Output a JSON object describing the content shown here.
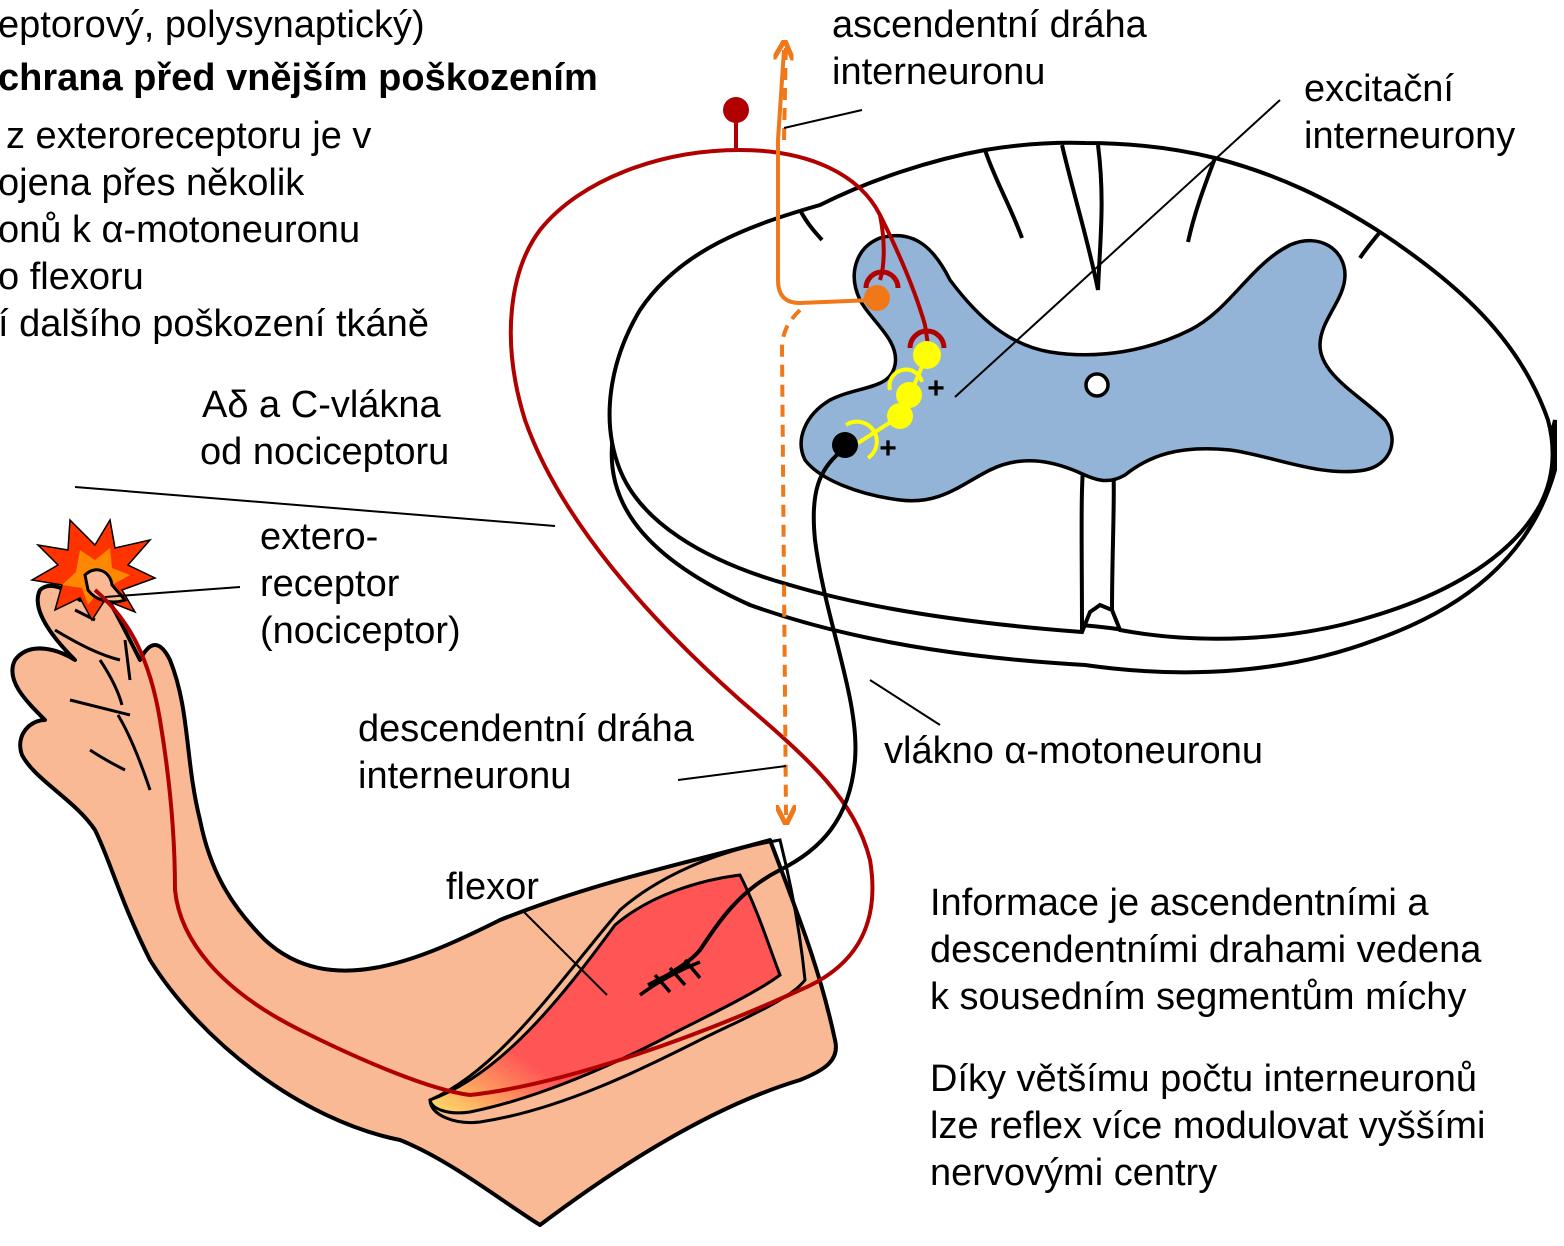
{
  "intro": {
    "line1": "eptorový, polysynaptický)",
    "heading": "chrana před vnějším poškozením",
    "bullet_lines": [
      "z exteroreceptoru je v",
      "ojena přes několik",
      "onů k α-motoneuronu",
      "o flexoru",
      "í dalšího poškození tkáně"
    ]
  },
  "labels": {
    "ascending_path": [
      "ascendentní dráha",
      "interneuronu"
    ],
    "excitatory_interneurons": [
      "excitační",
      "interneurony"
    ],
    "fibers": [
      "Aδ a C-vlákna",
      "od nociceptoru"
    ],
    "exteroreceptor": [
      "extero-",
      "receptor",
      "(nociceptor)"
    ],
    "descending_path": [
      "descendentní dráha",
      "interneuronu"
    ],
    "motoneuron_fiber": "vlákno α-motoneuronu",
    "flexor": "flexor",
    "plus_sign": "+"
  },
  "notes": {
    "note1": [
      "Informace je ascendentními a",
      "descendentními drahami vedena",
      "k sousedním segmentům míchy"
    ],
    "note2": [
      "Díky většímu počtu interneuronů",
      "lze reflex více modulovat vyššími",
      "nervovými centry"
    ]
  },
  "colors": {
    "sensory_fiber": "#b00000",
    "interneuron_path": "#f07818",
    "excitatory_neuron": "#ffff00",
    "gray_matter": "#93b3d7",
    "skin": "#f9b995",
    "muscle": "#ff5555",
    "tendon": "#fde26a",
    "pain_burst": "#ff3300"
  }
}
